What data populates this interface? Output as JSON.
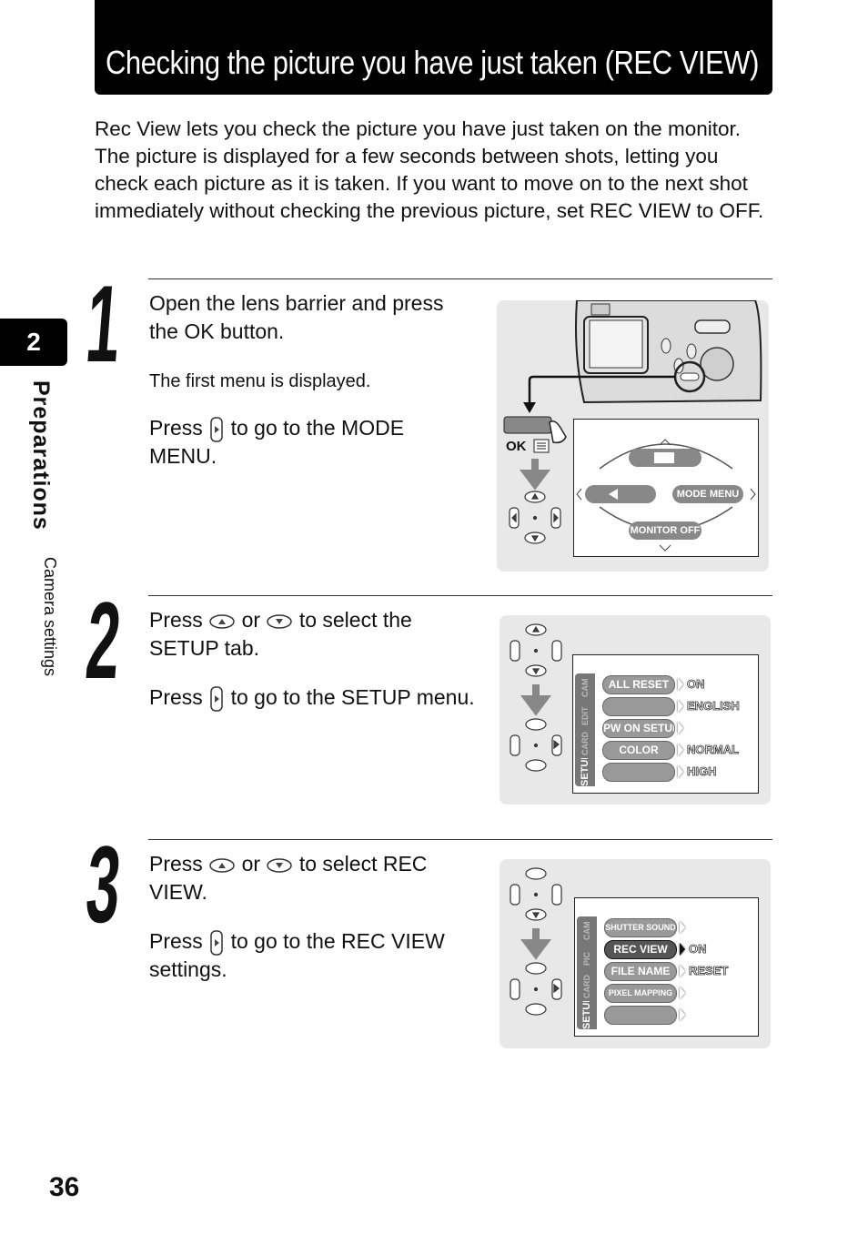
{
  "header": {
    "title": "Checking the picture you have just taken   (REC VIEW)"
  },
  "intro": "Rec View lets you check the picture you have just taken on the monitor. The picture is displayed for a few seconds between shots, letting you check each picture as it is taken. If you want to move on to the next shot immediately without checking the previous picture, set REC VIEW to OFF.",
  "sidebar": {
    "chapter": "2",
    "title": "Preparations",
    "subtitle": "Camera settings"
  },
  "page_number": "36",
  "steps": [
    {
      "number": "1",
      "text_a": "Open the lens barrier and press the OK button.",
      "note": "The first menu is displayed.",
      "press": "Press",
      "text_b": "to go to the MODE MENU."
    },
    {
      "number": "2",
      "press": "Press",
      "or": "or",
      "text_a": "to select the SETUP tab.",
      "text_b": "to go to the SETUP menu."
    },
    {
      "number": "3",
      "press": "Press",
      "or": "or",
      "text_a": "to select REC VIEW.",
      "text_b": "to go to the REC VIEW settings."
    }
  ],
  "fig1": {
    "ok_label": "OK",
    "mode_menu": "MODE MENU",
    "monitor_off": "MONITOR OFF"
  },
  "fig2": {
    "tabs": [
      "SETUP",
      "CARD",
      "EDIT",
      "CAM"
    ],
    "items": [
      {
        "label": "ALL RESET",
        "value": "ON"
      },
      {
        "label": "",
        "value": "ENGLISH"
      },
      {
        "label": "PW ON SETUP",
        "value": ""
      },
      {
        "label": "COLOR",
        "value": "NORMAL"
      },
      {
        "label": "",
        "value": "HIGH"
      }
    ]
  },
  "fig3": {
    "tabs": [
      "SETUP",
      "CARD",
      "PIC",
      "CAM"
    ],
    "items": [
      {
        "label": "SHUTTER SOUND",
        "value": ""
      },
      {
        "label": "REC VIEW",
        "value": "ON"
      },
      {
        "label": "FILE NAME",
        "value": "RESET"
      },
      {
        "label": "PIXEL MAPPING",
        "value": ""
      },
      {
        "label": "",
        "value": ""
      }
    ]
  }
}
